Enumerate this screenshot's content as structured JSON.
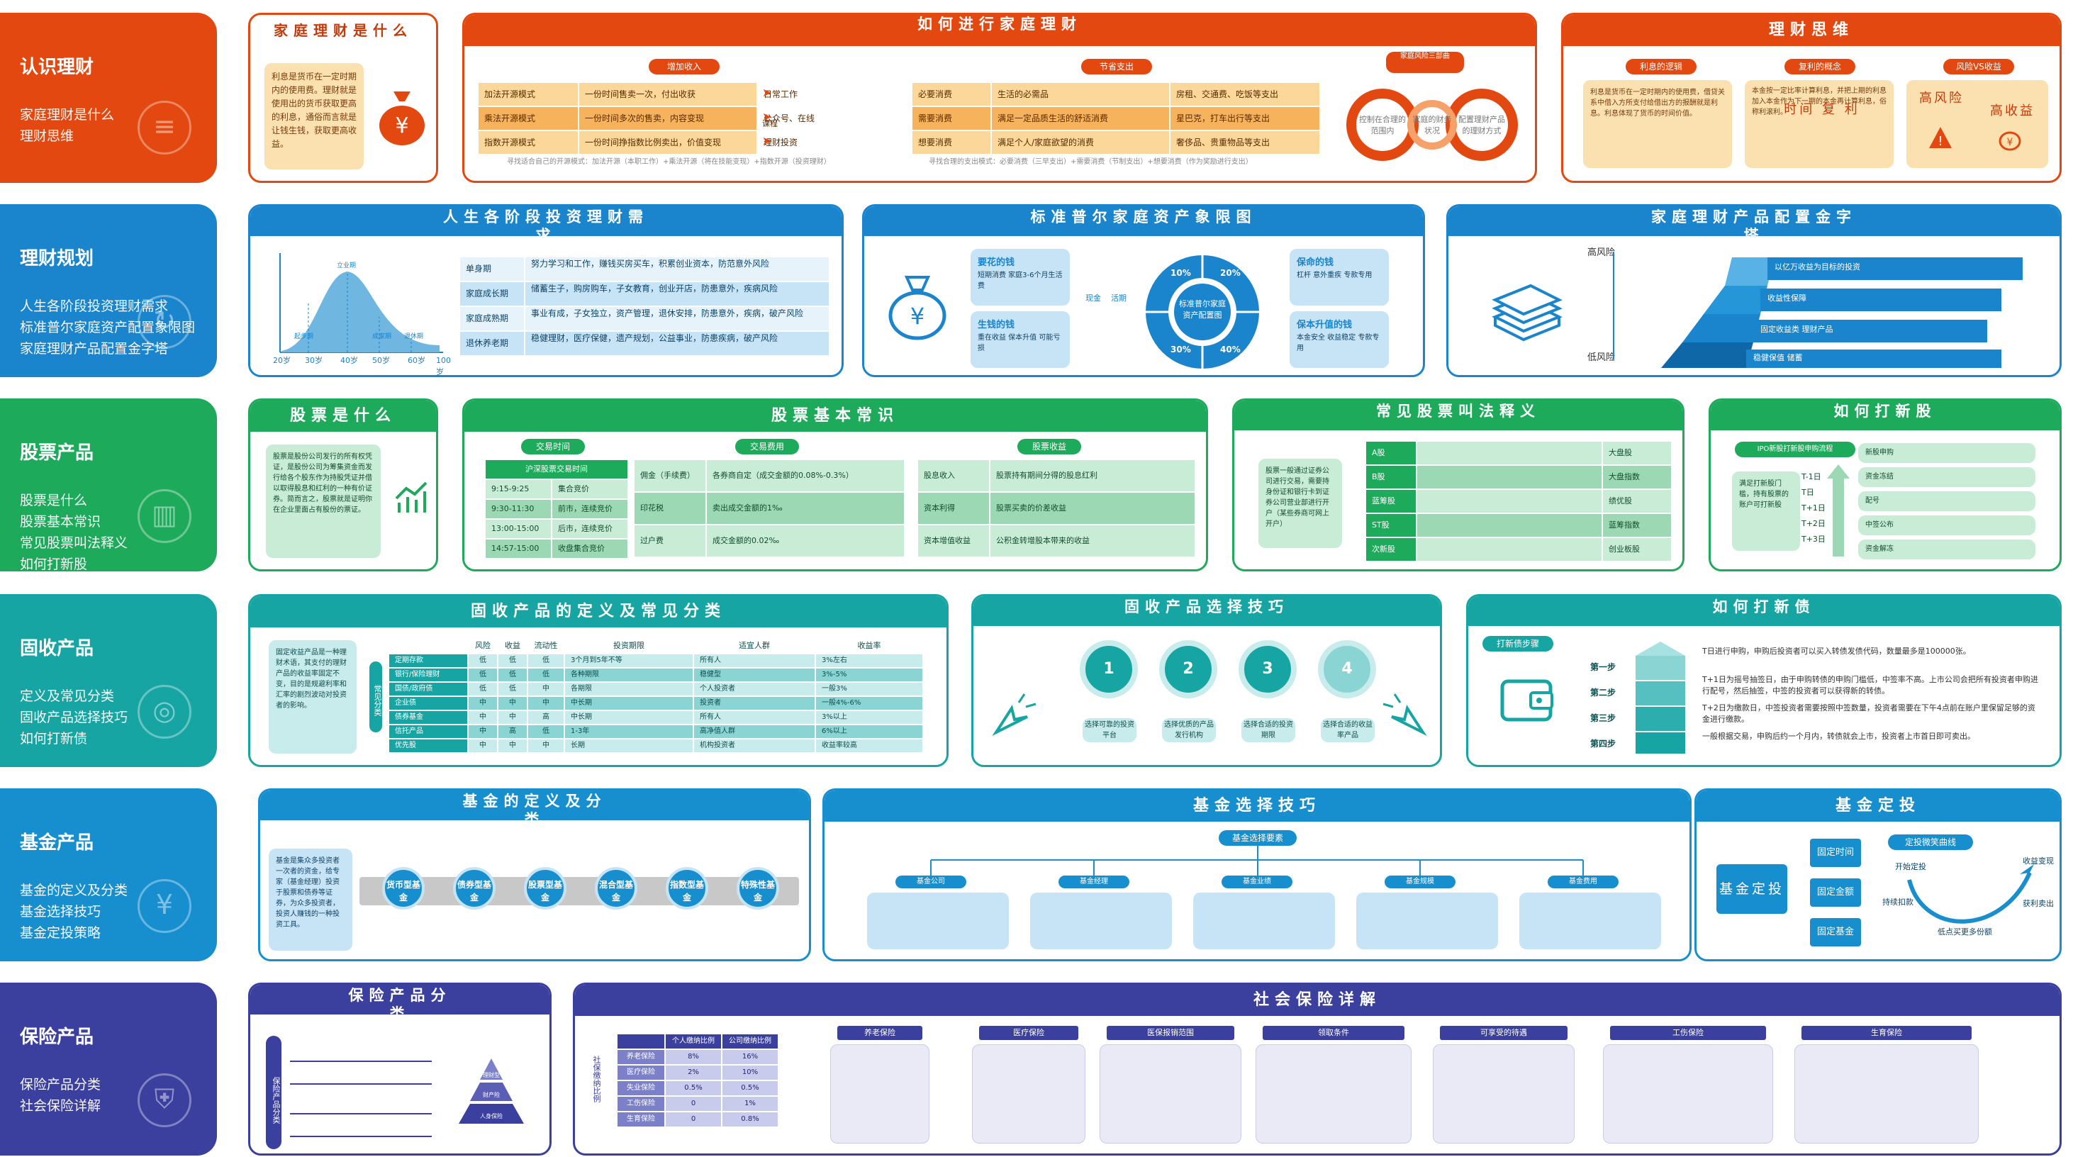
{
  "rows": [
    {
      "title": "认识理财",
      "items": [
        "家庭理财是什么",
        "理财思维"
      ],
      "color": "#e2480f",
      "icon": "document-icon"
    },
    {
      "title": "理财规划",
      "items": [
        "人生各阶段投资理财需求",
        "标准普尔家庭资产配置象限图",
        "家庭理财产品配置金字塔"
      ],
      "color": "#1a84cc",
      "icon": "refresh-icon"
    },
    {
      "title": "股票产品",
      "items": [
        "股票是什么",
        "股票基本常识",
        "常见股票叫法释义",
        "如何打新股"
      ],
      "color": "#1eaa5b",
      "icon": "bar-chart-icon"
    },
    {
      "title": "固收产品",
      "items": [
        "定义及常见分类",
        "固收产品选择技巧",
        "如何打新债"
      ],
      "color": "#17a5a4",
      "icon": "coin-stack-icon"
    },
    {
      "title": "基金产品",
      "items": [
        "基金的定义及分类",
        "基金选择技巧",
        "基金定投策略"
      ],
      "color": "#178fcf",
      "icon": "yen-icon"
    },
    {
      "title": "保险产品",
      "items": [
        "保险产品分类",
        "社会保险详解"
      ],
      "color": "#3b3f9e",
      "icon": "shield-icon"
    }
  ],
  "r1": {
    "p1": {
      "title": "家庭理财是什么",
      "text": "利息是货币在一定时期内的使用费。理财就是使用出的货币获取更高的利息，通俗而言就是让钱生钱，获取更高收益。"
    },
    "p2": {
      "title": "如何进行家庭理财",
      "pills": [
        "增加收入",
        "节省支出",
        "家庭风险三部曲"
      ],
      "income": [
        [
          "加法开源模式",
          "一份时间售卖一次，付出收获",
          "日常工作"
        ],
        [
          "乘法开源模式",
          "一份时间多次的售卖，内容变现",
          "公众号、在线"
        ],
        [
          "指数开源模式",
          "一份时间挣指数比例卖出，价值变现",
          "理财投资"
        ]
      ],
      "income_mid": "课程",
      "income_note": "寻找适合自己的开源模式：加法开源（本职工作）+乘法开源（将在技能变现）+指数开源（投资理财）",
      "spend": [
        [
          "必要消费",
          "生活的必需品",
          "房租、交通费、吃饭等支出"
        ],
        [
          "需要消费",
          "满足一定品质生活的舒适消费",
          "星巴克，打车出行等支出"
        ],
        [
          "想要消费",
          "满足个人/家庭欲望的消费",
          "奢侈品、贵重物品等支出"
        ]
      ],
      "spend_note": "寻找合理的支出模式：必要消费（三早支出）+需要消费（节制支出）+想要消费（作为奖励进行支出）",
      "loop": [
        "控制在合理的范围内",
        "家庭的财务状况",
        "配置理财产品的理财方式"
      ]
    },
    "p3": {
      "title": "理财思维",
      "pills": [
        "利息的逻辑",
        "复利的概念",
        "风险VS收益"
      ],
      "t1": "利息是货币在一定时期内的使用费，借贷关系中借入方所支付给借出方的报酬就是利息。利息体现了货币的时间价值。",
      "t2": "本金按一定比率计算利息，并把上期的利息加入本金作为下一期的本金再计算利息，俗称利滚利。",
      "t2b": "时间 复 利",
      "t3a": "高风险",
      "t3b": "高收益"
    }
  },
  "r2": {
    "p1": {
      "title": "人生各阶段投资理财需求",
      "labels": [
        "起步期",
        "立业期",
        "成家期",
        "退休期"
      ],
      "ticks": [
        "20岁",
        "30岁",
        "40岁",
        "50岁",
        "60岁",
        "100岁"
      ],
      "stages": [
        [
          "单身期",
          "努力学习和工作，赚钱买房买车，积累创业资本，防范意外风险"
        ],
        [
          "家庭成长期",
          "储蓄生子，购房购车，子女教育，创业开店，防患意外，疾病风险"
        ],
        [
          "家庭成熟期",
          "事业有成，子女独立，资产管理，退休安排，防患意外，疾病，破产风险"
        ],
        [
          "退休养老期",
          "稳健理财，医疗保健，遗产规划，公益事业，防患疾病，破产风险"
        ]
      ]
    },
    "p2": {
      "title": "标准普尔家庭资产象限图",
      "q": [
        {
          "t": "要花的钱",
          "d": "短期消费 家庭3-6个月生活费"
        },
        {
          "t": "保命的钱",
          "d": "杠杆 意外重疾 专款专用"
        },
        {
          "t": "生钱的钱",
          "d": "重在收益 保本升值 可能亏损"
        },
        {
          "t": "保本升值的钱",
          "d": "本金安全 收益稳定 专款专用"
        }
      ],
      "pct": [
        "10%",
        "20%",
        "30%",
        "40%"
      ],
      "center": "标准普尔家庭资产配置图",
      "icons": [
        "现金",
        "活期"
      ]
    },
    "p3": {
      "title": "家庭理财产品配置金字塔",
      "high": "高风险",
      "low": "低风险",
      "tiers": [
        "以亿万收益为目标的投资",
        "收益性保障",
        "固定收益类 理财产品",
        "稳健保值 储蓄"
      ]
    }
  },
  "r3": {
    "p1": {
      "title": "股票是什么",
      "text": "股票是股份公司发行的所有权凭证，是股份公司为筹集资金而发行给各个股东作为持股凭证并借以取得股息和红利的一种有价证券。简而言之，股票就是证明你在企业里面占有股份的票证。"
    },
    "p2": {
      "title": "股票基本常识",
      "pills": [
        "交易时间",
        "交易费用",
        "股票收益"
      ],
      "time_head": "沪深股票交易时间",
      "times": [
        [
          "9:15-9:25",
          "集合竞价"
        ],
        [
          "9:30-11:30",
          "前市，连续竞价"
        ],
        [
          "13:00-15:00",
          "后市，连续竞价"
        ],
        [
          "14:57-15:00",
          "收盘集合竞价"
        ]
      ],
      "fees": [
        [
          "佣金（手续费）",
          "各券商自定（成交金额的0.08%-0.3%）"
        ],
        [
          "印花税",
          "卖出成交金额的1‰"
        ],
        [
          "过户费",
          "成交金额的0.02‰"
        ]
      ],
      "gains": [
        [
          "股息收入",
          "股票持有期间分得的股息红利"
        ],
        [
          "资本利得",
          "股票买卖的价差收益"
        ],
        [
          "资本增值收益",
          "公积金转增股本带来的收益"
        ]
      ]
    },
    "p3": {
      "title": "常见股票叫法释义",
      "intro": "股票一般通过证券公司进行交易，需要持身份证和银行卡到证券公司营业部进行开户（某些券商可网上开户）",
      "rows": [
        [
          "A股",
          "大盘股"
        ],
        [
          "B股",
          "大盘指数"
        ],
        [
          "蓝筹股",
          "绩优股"
        ],
        [
          "ST股",
          "蓝筹指数"
        ],
        [
          "次新股",
          "创业板股"
        ]
      ]
    },
    "p4": {
      "title": "如何打新股",
      "pill": "IPO新股打新股申购流程",
      "left": "满足打新股门槛，持有股票的账户可打新股",
      "days": [
        "T-1日",
        "T日",
        "T+1日",
        "T+2日",
        "T+3日"
      ],
      "steps": [
        "新股申购",
        "资金冻结",
        "配号",
        "中签公布",
        "资金解冻"
      ]
    }
  },
  "r4": {
    "p1": {
      "title": "固收产品的定义及常见分类",
      "text": "固定收益产品是一种理财术语，其支付的理财产品的收益率固定不变，目的是规避利率和汇率的剧烈波动对投资者的影响。",
      "side": "常见分类",
      "head": [
        "",
        "风险",
        "收益",
        "流动性",
        "投资期限",
        "适宜人群",
        "收益率"
      ],
      "rows": [
        [
          "定期存款",
          "低",
          "低",
          "低",
          "3个月到5年不等",
          "所有人",
          "3%左右"
        ],
        [
          "银行/保险理财",
          "低",
          "低",
          "低",
          "各种期限",
          "稳健型",
          "3%-5%"
        ],
        [
          "国债/政府债",
          "低",
          "低",
          "中",
          "各期限",
          "个人投资者",
          "一般3%"
        ],
        [
          "企业债",
          "中",
          "中",
          "中",
          "中长期",
          "投资者",
          "一般4%-6%"
        ],
        [
          "债券基金",
          "中",
          "中",
          "高",
          "中长期",
          "所有人",
          "3%以上"
        ],
        [
          "信托产品",
          "中",
          "高",
          "低",
          "1-3年",
          "高净值人群",
          "6%以上"
        ],
        [
          "优先股",
          "中",
          "中",
          "中",
          "长期",
          "机构投资者",
          "收益率较高"
        ]
      ]
    },
    "p2": {
      "title": "固收产品选择技巧",
      "steps": [
        "1",
        "2",
        "3",
        "4"
      ],
      "labels": [
        "选择可靠的投资平台",
        "选择优质的产品发行机构",
        "选择合适的投资期限",
        "选择合适的收益率产品"
      ]
    },
    "p3": {
      "title": "如何打新债",
      "pill": "打新债步骤",
      "steps": [
        "第一步",
        "第二步",
        "第三步",
        "第四步"
      ],
      "texts": [
        "T日进行申购，申购后投资者可以买入转债发债代码，数量最多是100000张。",
        "T+1日为摇号抽签日，由于申购转债的申购门槛低，中签率不高。上市公司会把所有投资者申购进行配号，然后抽签，中签的投资者可以获得新的转债。",
        "T+2日为缴款日，中签投资者需要按照中签数量，投资者需要在下午4点前在账户里保留足够的资金进行缴款。",
        "一般根据交易，申购后约一个月内，转债就会上市，投资者上市首日即可卖出。"
      ]
    }
  },
  "r5": {
    "p1": {
      "title": "基金的定义及分类",
      "text": "基金是集众多投资者一次者的资金，给专家（基金经理）投资于股票和债券等证券，为众多投资者，投资人赚钱的一种投资工具。",
      "types": [
        "货币型基金",
        "债券型基金",
        "股票型基金",
        "混合型基金",
        "指数型基金",
        "特殊性基金"
      ]
    },
    "p2": {
      "title": "基金选择技巧",
      "root": "基金选择要素",
      "branches": [
        "基金公司",
        "基金经理",
        "基金业绩",
        "基金规模",
        "基金费用"
      ]
    },
    "p3": {
      "title": "基金定投",
      "left": "基金定投",
      "opts": [
        "固定时间",
        "固定金额",
        "固定基金"
      ],
      "pill": "定投微笑曲线",
      "curve": [
        "开始定投",
        "持续扣款",
        "低点买更多份额",
        "收益变现",
        "获利卖出"
      ]
    }
  },
  "r6": {
    "p1": {
      "title": "保险产品分类",
      "side": "保险产品分类",
      "tiers": [
        "理财型",
        "财产险",
        "人身保险"
      ]
    },
    "p2": {
      "title": "社会保险详解",
      "side": "社保缴纳比例",
      "heads": [
        "养老保险",
        "医疗保险",
        "医保报销范围",
        "领取条件",
        "可享受的待遇",
        "工伤保险",
        "生育保险"
      ],
      "table_head": [
        "",
        "个人缴纳比例",
        "公司缴纳比例"
      ],
      "table_rows": [
        [
          "养老保险",
          "8%",
          "16%"
        ],
        [
          "医疗保险",
          "2%",
          "10%"
        ],
        [
          "失业保险",
          "0.5%",
          "0.5%"
        ],
        [
          "工伤保险",
          "0",
          "1%"
        ],
        [
          "生育保险",
          "0",
          "0.8%"
        ]
      ]
    }
  }
}
